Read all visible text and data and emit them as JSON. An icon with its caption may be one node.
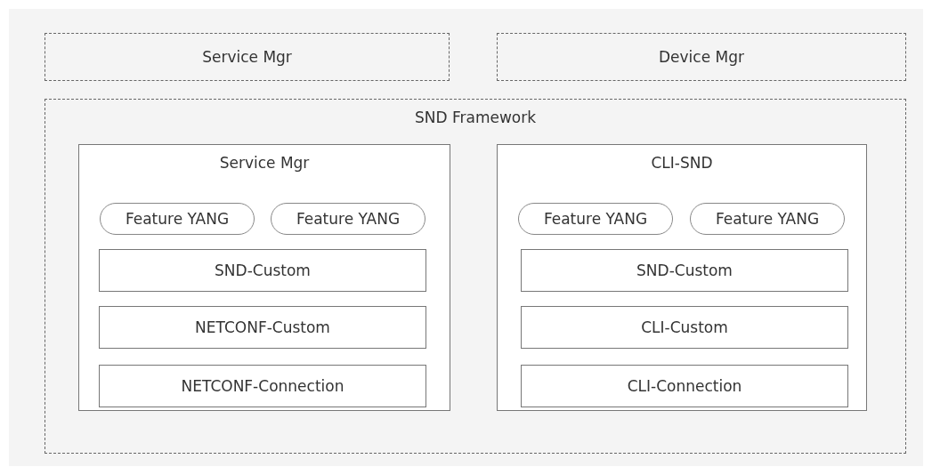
{
  "diagram": {
    "nodes": [
      {
        "text": [
          "Service Mgr"
        ]
      },
      {
        "text": [
          "Device Mgr"
        ]
      },
      {
        "text": [
          "SND Framework"
        ]
      },
      {
        "text": [
          "Service Mgr"
        ],
        "in": 2
      },
      {
        "text": [
          "Feature YANG"
        ],
        "in": 3
      },
      {
        "text": [
          "Feature YANG"
        ],
        "in": 3
      },
      {
        "text": [
          "SND-Custom"
        ],
        "in": 3
      },
      {
        "text": [
          "NETCONF-Custom"
        ],
        "in": 3
      },
      {
        "text": [
          "NETCONF-Connection"
        ],
        "in": 3
      },
      {
        "text": [
          "CLI-SND"
        ],
        "in": 2
      },
      {
        "text": [
          "Feature YANG"
        ],
        "in": 9
      },
      {
        "text": [
          "Feature YANG"
        ],
        "in": 9
      },
      {
        "text": [
          "SND-Custom"
        ],
        "in": 9
      },
      {
        "text": [
          "CLI-Custom"
        ],
        "in": 9
      },
      {
        "text": [
          "CLI-Connection"
        ],
        "in": 9
      }
    ],
    "edges": []
  }
}
